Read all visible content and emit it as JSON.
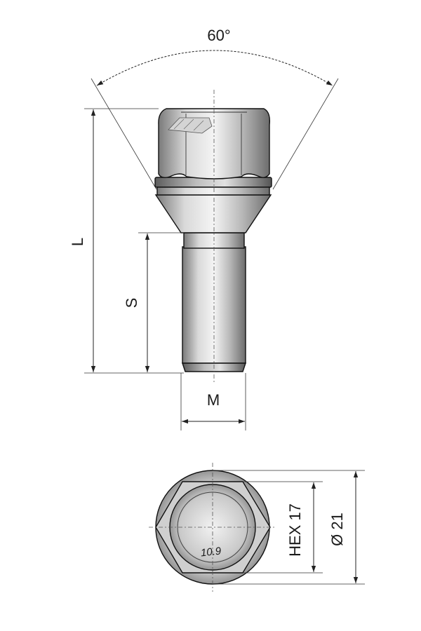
{
  "labels": {
    "angle": "60°",
    "length": "L",
    "shank": "S",
    "thread": "M",
    "hex": "HEX 17",
    "diameter": "Ø 21",
    "grade": "10.9"
  }
}
